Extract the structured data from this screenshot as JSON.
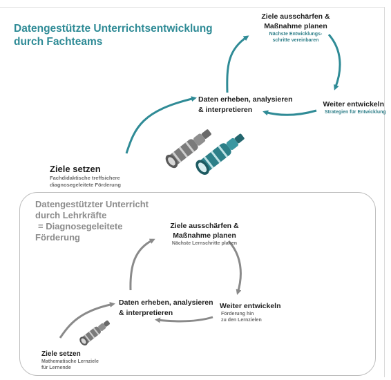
{
  "colors": {
    "teal": "#2f8b96",
    "grey": "#8a8a8a",
    "dark": "#1e1e1e"
  },
  "top": {
    "title_line1": "Datengestützte Unterrichtsentwicklung",
    "title_line2": "durch Fachteams",
    "goals_sharpen_line1": "Ziele ausschärfen &",
    "goals_sharpen_line2": "Maßnahme planen",
    "goals_sharpen_sub_line1": "Nächste Entwicklungs-",
    "goals_sharpen_sub_line2": "schritte vereinbaren",
    "develop": "Weiter entwickeln",
    "develop_sub": "Strategien für Entwicklung",
    "data_line1": "Daten erheben, analysieren",
    "data_line2": "& interpretieren",
    "set_goals": "Ziele setzen",
    "set_goals_sub_line1": "Fachdidaktische treffsichere",
    "set_goals_sub_line2": "diagnosegeleitete Förderung"
  },
  "bottom": {
    "title_line1": "Datengestützter Unterricht",
    "title_line2": "durch Lehrkräfte",
    "title_line3": "= Diagnosegeleitete",
    "title_line4": "Förderung",
    "goals_sharpen_line1": "Ziele ausschärfen &",
    "goals_sharpen_line2": "Maßnahme planen",
    "goals_sharpen_sub": "Nächste Lernschritte planen",
    "develop": "Weiter entwickeln",
    "develop_sub_line1": "Förderung hin",
    "develop_sub_line2": "zu den Lernzielen",
    "data_line1": "Daten erheben, analysieren",
    "data_line2": "& interpretieren",
    "set_goals": "Ziele setzen",
    "set_goals_sub_line1": "Mathematische Lernziele",
    "set_goals_sub_line2": "für Lernende"
  },
  "icons": [
    "binoculars-grey-icon",
    "binoculars-teal-icon",
    "binoculars-small-grey-icon"
  ]
}
